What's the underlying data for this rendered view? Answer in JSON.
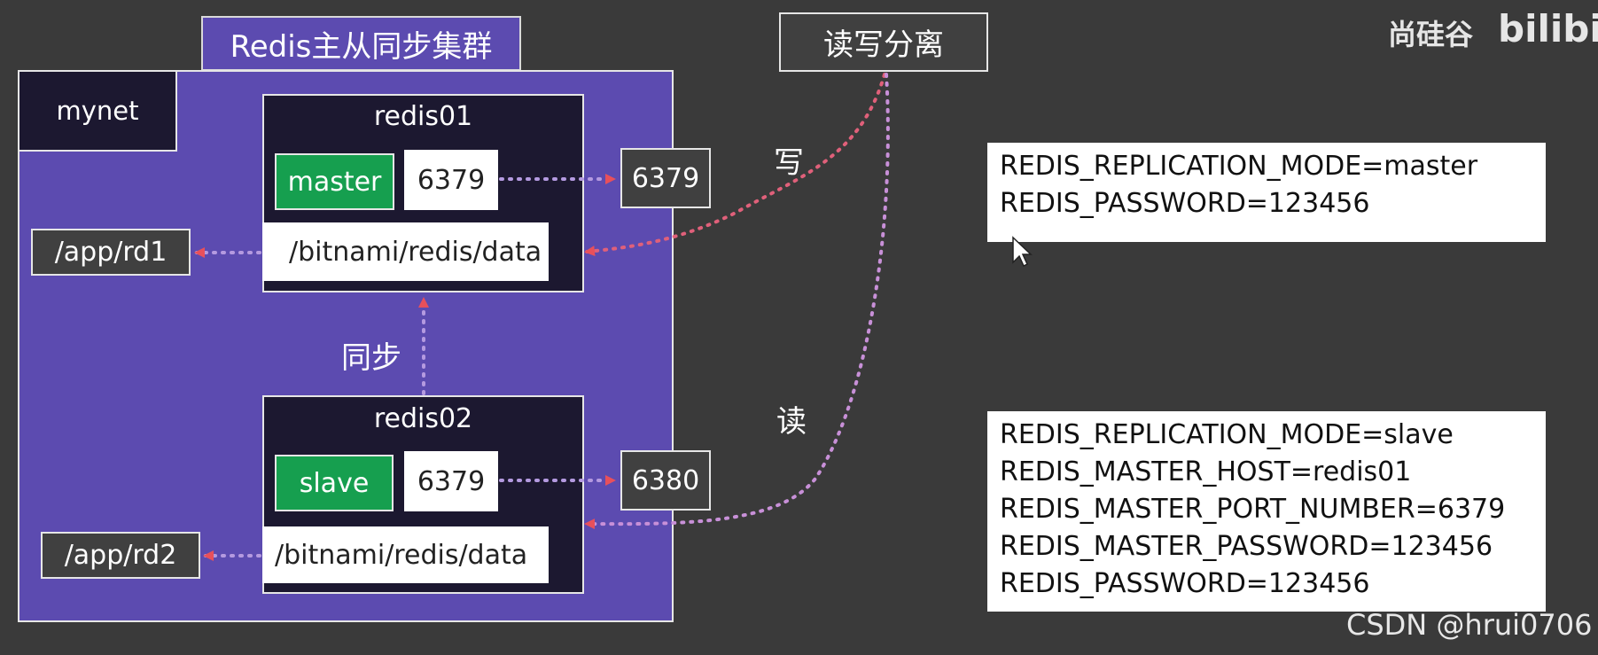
{
  "title": "Redis主从同步集群",
  "network": {
    "label": "mynet"
  },
  "rw_split": {
    "label": "读写分离",
    "write": "写",
    "read": "读"
  },
  "sync": "同步",
  "redis01": {
    "name": "redis01",
    "role": "master",
    "role_color": "#169f4f",
    "port": "6379",
    "host_port": "6379",
    "data_dir": "/bitnami/redis/data",
    "host_dir": "/app/rd1"
  },
  "redis02": {
    "name": "redis02",
    "role": "slave",
    "role_color": "#169f4f",
    "port": "6379",
    "host_port": "6380",
    "data_dir": "/bitnami/redis/data",
    "host_dir": "/app/rd2"
  },
  "env_master": [
    "REDIS_REPLICATION_MODE=master",
    "REDIS_PASSWORD=123456"
  ],
  "env_slave": [
    "REDIS_REPLICATION_MODE=slave",
    "REDIS_MASTER_HOST=redis01",
    "REDIS_MASTER_PORT_NUMBER=6379",
    "REDIS_MASTER_PASSWORD=123456",
    "REDIS_PASSWORD=123456"
  ],
  "brand": {
    "text": "尚硅谷",
    "logo": "bilibili"
  },
  "watermark": "CSDN @hrui0706",
  "colors": {
    "network_bg": "#5c4bb0",
    "node_bg": "#1c1830",
    "arrow_write": "#e8505b",
    "arrow_sync": "#9b8fe0"
  }
}
